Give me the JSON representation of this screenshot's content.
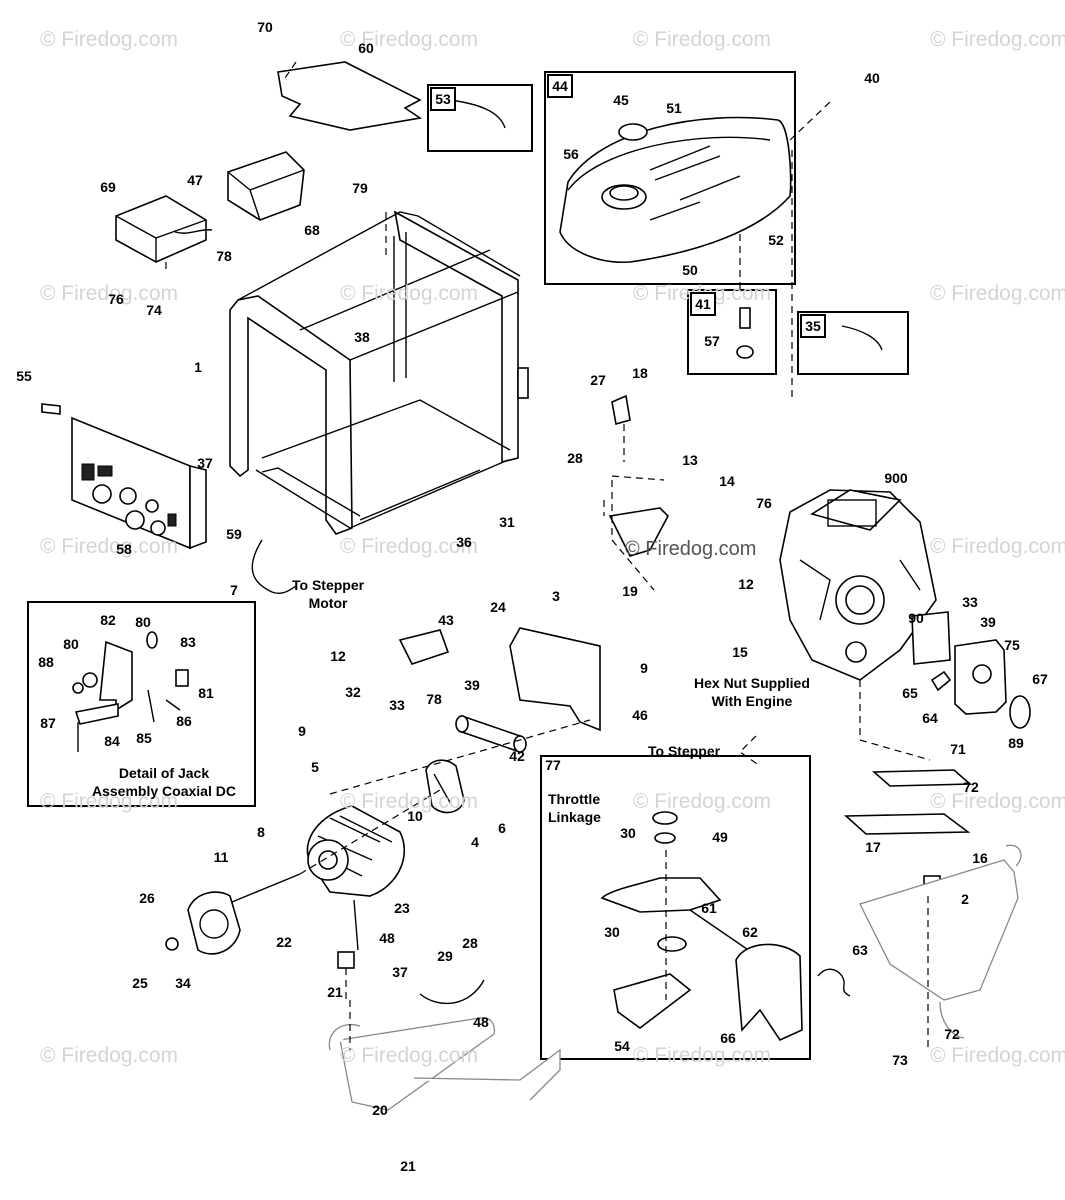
{
  "watermark": "© Firedog.com",
  "center_watermark": "© Firedog.com",
  "part_numbers": [
    "70",
    "60",
    "47",
    "68",
    "69",
    "78",
    "76",
    "74",
    "79",
    "38",
    "1",
    "55",
    "37",
    "59",
    "58",
    "7",
    "36",
    "31",
    "53",
    "44",
    "45",
    "51",
    "56",
    "52",
    "50",
    "40",
    "41",
    "57",
    "35",
    "27",
    "18",
    "28",
    "13",
    "14",
    "76",
    "19",
    "900",
    "12",
    "15",
    "90",
    "33",
    "39",
    "75",
    "65",
    "64",
    "67",
    "89",
    "3",
    "24",
    "9",
    "46",
    "43",
    "12",
    "32",
    "33",
    "78",
    "39",
    "9",
    "77",
    "42",
    "5",
    "10",
    "4",
    "6",
    "8",
    "11",
    "26",
    "25",
    "34",
    "22",
    "23",
    "48",
    "28",
    "29",
    "21",
    "37",
    "48",
    "20",
    "21",
    "30",
    "49",
    "61",
    "30",
    "62",
    "54",
    "66",
    "63",
    "71",
    "72",
    "16",
    "17",
    "2",
    "72",
    "73",
    "82",
    "80",
    "80",
    "83",
    "88",
    "81",
    "86",
    "85",
    "84",
    "87"
  ],
  "notes": {
    "to_stepper_motor": "To Stepper\nMotor",
    "hex_nut": "Hex Nut Supplied\nWith Engine",
    "to_stepper": "To Stepper",
    "jack_detail": "Detail of Jack\nAssembly Coaxial DC",
    "throttle_linkage": "Throttle\nLinkage"
  },
  "box_tags": {
    "box53": "53",
    "box44": "44",
    "box41": "41",
    "box35": "35"
  }
}
